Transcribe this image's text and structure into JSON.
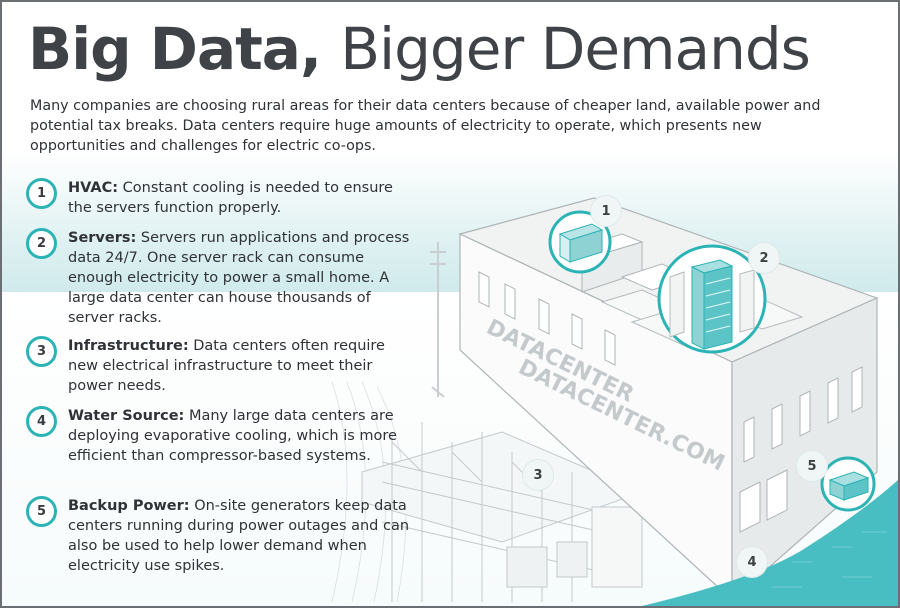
{
  "header": {
    "title_bold": "Big Data,",
    "title_light": "Bigger Demands"
  },
  "intro": "Many companies are choosing rural areas for their data centers because of cheaper land, available power and potential tax breaks. Data centers require huge amounts of electricity to operate, which presents new opportunities and challenges for electric co-ops.",
  "points": [
    {
      "number": "1",
      "heading": "HVAC:",
      "text": "Constant cooling is needed to ensure the servers function properly."
    },
    {
      "number": "2",
      "heading": "Servers:",
      "text": "Servers run applications and process data 24/7. One server rack can consume enough electricity to power a small home. A large data center can house thousands of server racks."
    },
    {
      "number": "3",
      "heading": "Infrastructure:",
      "text": "Data centers often require new electrical infrastructure to meet their power needs."
    },
    {
      "number": "4",
      "heading": "Water Source:",
      "text": "Many large data centers are deploying evaporative cooling, which is more efficient than compressor-based systems."
    },
    {
      "number": "5",
      "heading": "Backup Power:",
      "text": "On-site generators keep data centers running during power outages and can also be used to help lower demand when electricity use spikes."
    }
  ],
  "illustration": {
    "building_text_top": "DATACENTER",
    "building_text_bottom": "DATACENTER.COM",
    "callouts": [
      "1",
      "2",
      "3",
      "4",
      "5"
    ]
  },
  "colors": {
    "accent": "#2bb3b5",
    "water": "#48bec3",
    "text": "#2f3236",
    "title": "#3f4246"
  }
}
